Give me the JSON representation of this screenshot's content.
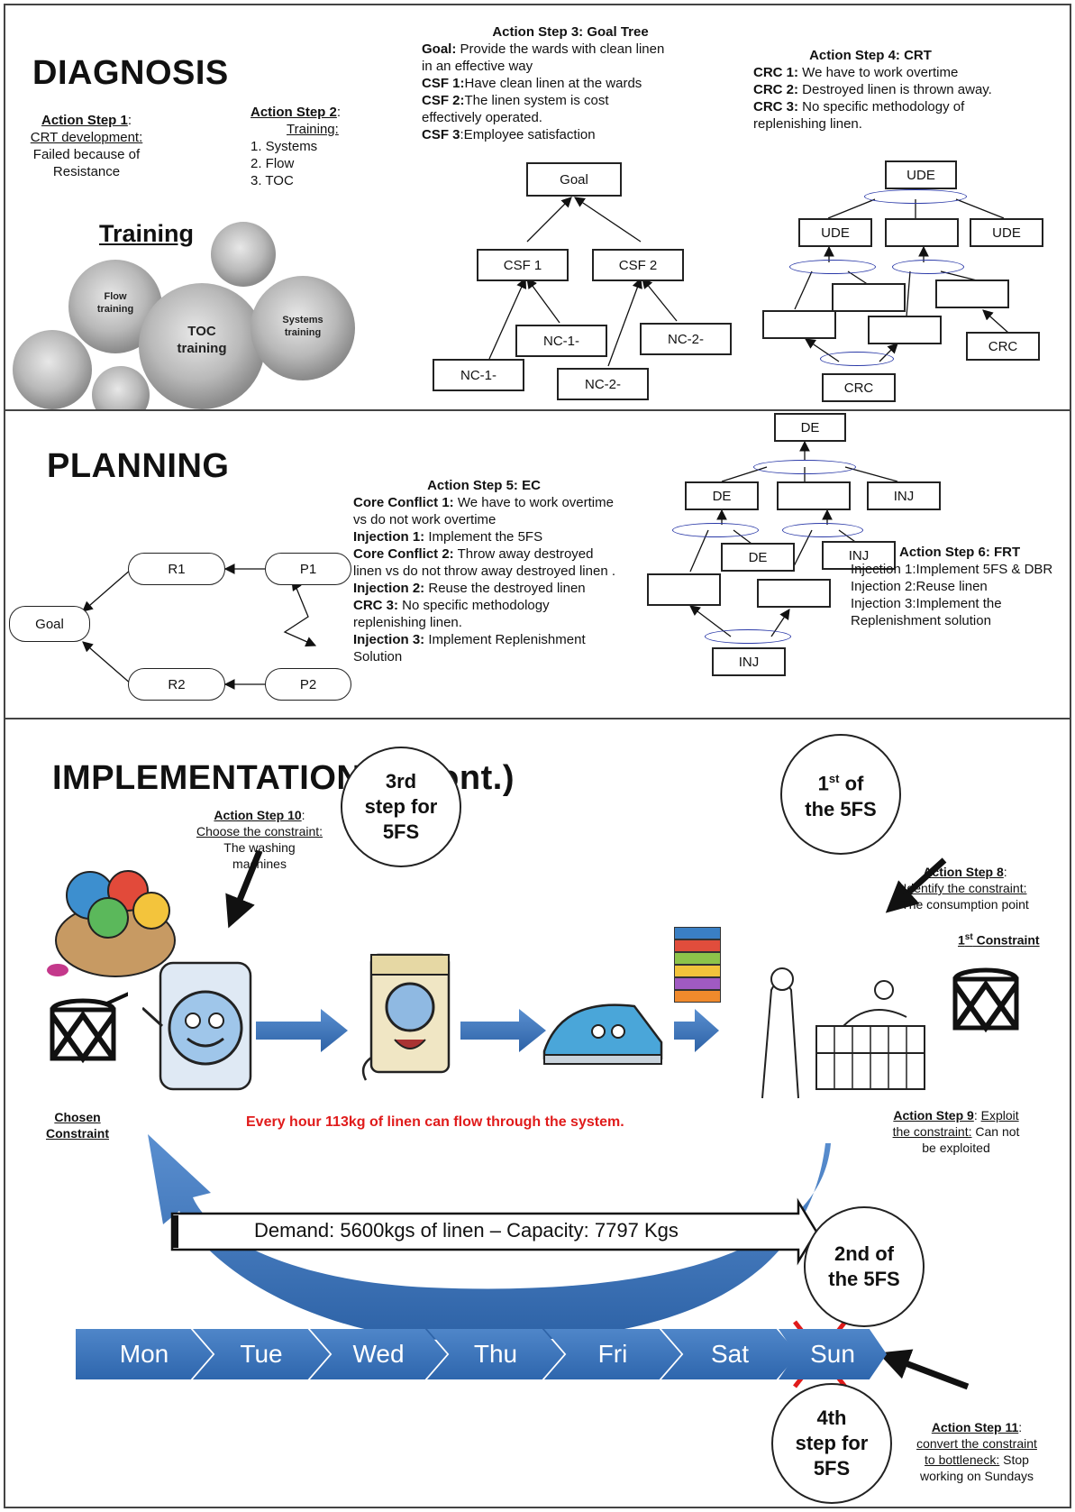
{
  "diagnosis": {
    "title": "DIAGNOSIS",
    "step1": {
      "title": "Action Step 1",
      "colon": ":",
      "subtitle": "CRT development:",
      "text1": "Failed because of",
      "text2": "Resistance"
    },
    "step2": {
      "title": "Action Step 2",
      "colon": ":",
      "subtitle": "Training:",
      "items": [
        "1. Systems",
        "2. Flow",
        "3. TOC"
      ]
    },
    "training": {
      "title": "Training",
      "flow": [
        "Flow",
        "training"
      ],
      "toc": [
        "TOC",
        "training"
      ],
      "systems": [
        "Systems",
        "training"
      ]
    },
    "step3": {
      "title": "Action Step 3: Goal Tree",
      "lines": [
        {
          "b": "Goal:",
          "t": " Provide the wards with clean linen"
        },
        {
          "b": "",
          "t": "in an effective way"
        },
        {
          "b": "CSF 1:",
          "t": "Have clean linen at the wards"
        },
        {
          "b": "CSF 2:",
          "t": "The linen system is cost"
        },
        {
          "b": "",
          "t": "effectively operated."
        },
        {
          "b": "CSF 3",
          "t": ":Employee satisfaction"
        }
      ],
      "nodes": {
        "goal": "Goal",
        "csf1": "CSF 1",
        "csf2": "CSF 2",
        "nc1a": "NC-1-",
        "nc1b": "NC-1-",
        "nc2a": "NC-2-",
        "nc2b": "NC-2-"
      }
    },
    "step4": {
      "title": "Action Step 4: CRT",
      "lines": [
        {
          "b": "CRC 1:",
          "t": " We have to work overtime"
        },
        {
          "b": "CRC 2:",
          "t": " Destroyed linen is thrown away."
        },
        {
          "b": "CRC 3:",
          "t": " No specific methodology of"
        },
        {
          "b": "",
          "t": "replenishing linen."
        }
      ],
      "nodes": {
        "ude_top": "UDE",
        "ude_left": "UDE",
        "ude_right": "UDE",
        "crc_right": "CRC",
        "crc_bottom": "CRC"
      }
    }
  },
  "planning": {
    "title": "PLANNING",
    "ec": {
      "goal": "Goal",
      "r1": "R1",
      "r2": "R2",
      "p1": "P1",
      "p2": "P2"
    },
    "step5": {
      "title": "Action Step 5: EC",
      "lines": [
        {
          "b": "Core Conflict 1:",
          "t": " We have to work overtime"
        },
        {
          "b": "",
          "t": "vs do not work overtime"
        },
        {
          "b": "Injection 1:",
          "t": " Implement the 5FS"
        },
        {
          "b": "Core Conflict 2:",
          "t": " Throw away destroyed"
        },
        {
          "b": "",
          "t": "linen vs do not throw away destroyed linen ."
        },
        {
          "b": "Injection 2:",
          "t": " Reuse the destroyed linen"
        },
        {
          "b": "CRC 3:",
          "t": " No specific methodology"
        },
        {
          "b": "",
          "t": "replenishing linen."
        },
        {
          "b": "Injection 3:",
          "t": " Implement Replenishment"
        },
        {
          "b": "",
          "t": "Solution"
        }
      ]
    },
    "frt": {
      "de_top": "DE",
      "de_left": "DE",
      "inj_right": "INJ",
      "de_mid": "DE",
      "inj_mid": "INJ",
      "inj_bottom": "INJ"
    },
    "step6": {
      "title": "Action Step 6: FRT",
      "lines": [
        "Injection 1:Implement 5FS & DBR",
        "Injection 2:Reuse linen",
        "Injection 3:Implement the",
        "Replenishment solution"
      ]
    }
  },
  "implementation": {
    "title": "IMPLEMENTATION 1 (Cont.)",
    "circle3": [
      "3rd",
      "step for",
      "5FS"
    ],
    "circle1": {
      "n": "1",
      "sup": "st",
      "l1": " of",
      "l2": "the 5FS"
    },
    "circle2": [
      "2nd of",
      "the 5FS"
    ],
    "circle4": [
      "4th",
      "step for",
      "5FS"
    ],
    "step10": {
      "title": "Action Step 10",
      "colon": ":",
      "sub": "Choose the constraint:",
      "text1": "The washing",
      "text2": "machines"
    },
    "step8": {
      "title": "Action Step 8",
      "colon": ":",
      "sub": "Identify the constraint:",
      "text": "The consumption point"
    },
    "first_constraint": {
      "n": "1",
      "sup": "st",
      "t": " Constraint"
    },
    "chosen": [
      "Chosen",
      "Constraint"
    ],
    "flow_note": "Every hour 113kg of linen can flow through the system.",
    "step9": {
      "title": "Action Step 9",
      "colon": ": ",
      "l1": "Exploit",
      "l2": "the constraint:",
      "l2b": " Can not",
      "l3": "be exploited"
    },
    "demand": "Demand: 5600kgs of linen – Capacity: 7797 Kgs",
    "days": [
      "Mon",
      "Tue",
      "Wed",
      "Thu",
      "Fri",
      "Sat",
      "Sun"
    ],
    "step11": {
      "title": "Action Step 11",
      "colon": ":",
      "l1": "convert the constraint",
      "l2": "to bottleneck:",
      "l2b": " Stop",
      "l3": "working on Sundays"
    }
  },
  "colors": {
    "accent_blue": "#2e66ad",
    "red": "#e01b1b",
    "ellipse": "#2b3aa8"
  }
}
